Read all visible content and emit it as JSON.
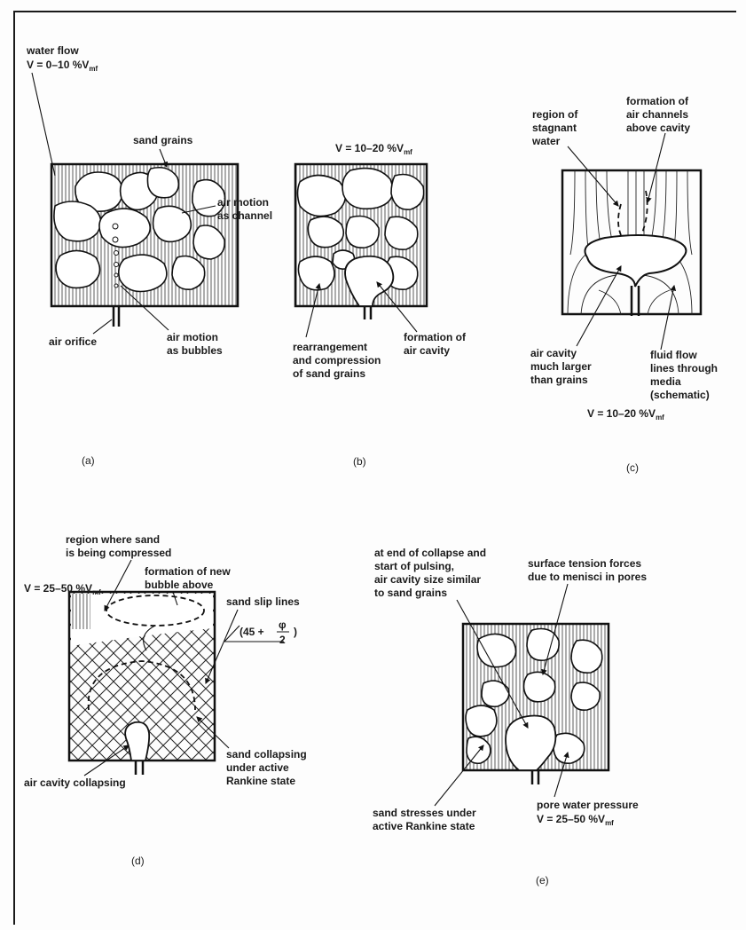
{
  "panel_a": {
    "label_water_flow": "water flow",
    "label_v_prefix": "V = 0–10 %V",
    "label_v_sub": "mf",
    "label_sand_grains": "sand grains",
    "label_air_motion_channel_1": "air motion",
    "label_air_motion_channel_2": "as channel",
    "label_air_orifice": "air orifice",
    "label_air_bubbles_1": "air motion",
    "label_air_bubbles_2": "as bubbles",
    "caption": "(a)"
  },
  "panel_b": {
    "label_v_prefix": "V = 10–20 %V",
    "label_v_sub": "mf",
    "label_rearrange_1": "rearrangement",
    "label_rearrange_2": "and compression",
    "label_rearrange_3": "of sand grains",
    "label_cavity_1": "formation of",
    "label_cavity_2": "air cavity",
    "caption": "(b)"
  },
  "panel_c": {
    "label_stagnant_1": "region of",
    "label_stagnant_2": "stagnant",
    "label_stagnant_3": "water",
    "label_channels_1": "formation of",
    "label_channels_2": "air channels",
    "label_channels_3": "above cavity",
    "label_cavity_1": "air cavity",
    "label_cavity_2": "much larger",
    "label_cavity_3": "than grains",
    "label_flow_1": "fluid flow",
    "label_flow_2": "lines through",
    "label_flow_3": "media",
    "label_flow_4": "(schematic)",
    "label_v_prefix": "V = 10–20 %V",
    "label_v_sub": "mf",
    "caption": "(c)"
  },
  "panel_d": {
    "label_compressed_1": "region where sand",
    "label_compressed_2": "is being compressed",
    "label_bubble_1": "formation of new",
    "label_bubble_2": "bubble above",
    "label_v_prefix": "V = 25–50 %V",
    "label_v_sub": "mf",
    "label_slip": "sand slip lines",
    "label_angle_left": "(45 +",
    "label_angle_num": "φ",
    "label_angle_den": "2",
    "label_angle_right": ")",
    "label_collapsing": "air cavity collapsing",
    "label_rankine_1": "sand collapsing",
    "label_rankine_2": "under active",
    "label_rankine_3": "Rankine state",
    "caption": "(d)"
  },
  "panel_e": {
    "label_end_1": "at end of collapse and",
    "label_end_2": "start of pulsing,",
    "label_end_3": "air cavity size similar",
    "label_end_4": "to sand grains",
    "label_tension_1": "surface tension forces",
    "label_tension_2": "due to menisci in pores",
    "label_stress_1": "sand stresses under",
    "label_stress_2": "active Rankine state",
    "label_pore_1": "pore water pressure",
    "label_v_prefix": "V = 25–50 %V",
    "label_v_sub": "mf",
    "caption": "(e)"
  }
}
